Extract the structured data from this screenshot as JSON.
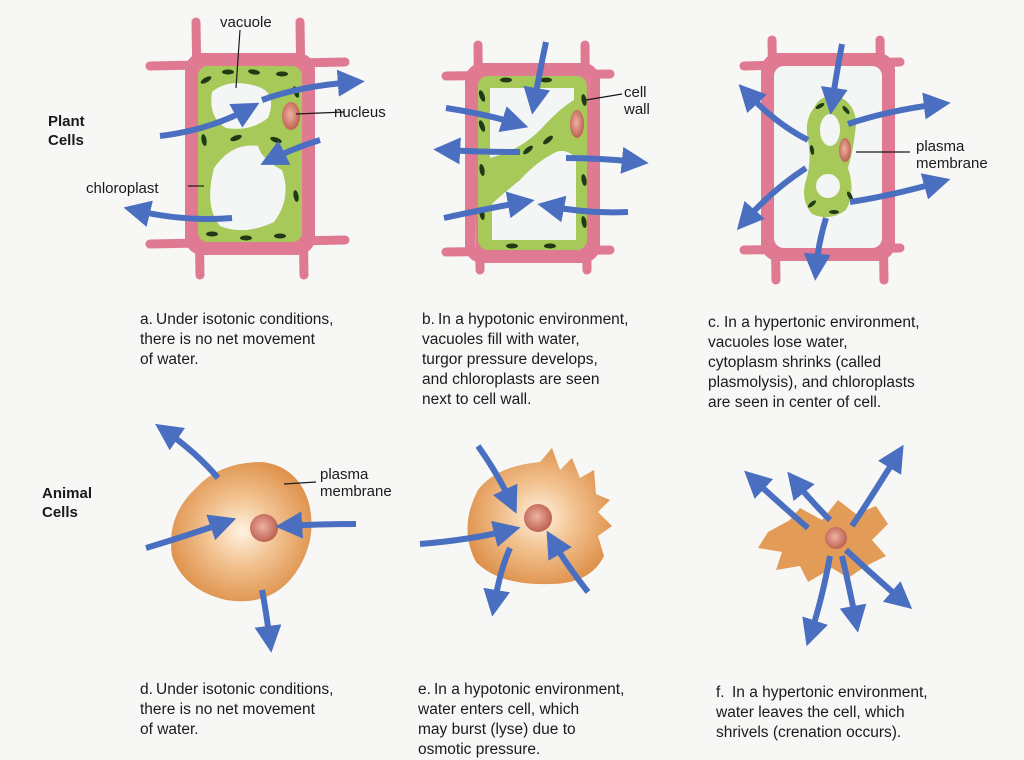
{
  "row_labels": {
    "plant": "Plant\nCells",
    "animal": "Animal\nCells"
  },
  "labels": {
    "vacuole": "vacuole",
    "nucleus": "nucleus",
    "chloroplast": "chloroplast",
    "cell_wall": "cell\nwall",
    "plasma_membrane_plant": "plasma\nmembrane",
    "plasma_membrane_animal": "plasma\nmembrane"
  },
  "captions": {
    "a": {
      "letter": "a.",
      "text": "Under isotonic conditions,\nthere is no net movement\nof water."
    },
    "b": {
      "letter": "b.",
      "text": "In a hypotonic environment,\nvacuoles fill with water,\nturgor pressure develops,\nand chloroplasts are seen\nnext to cell wall."
    },
    "c": {
      "letter": "c.",
      "text": "In a hypertonic environment,\nvacuoles lose water,\ncytoplasm shrinks (called\nplasmolysis), and chloroplasts\nare seen in center of cell."
    },
    "d": {
      "letter": "d.",
      "text": "Under isotonic conditions,\nthere is no net movement\nof water."
    },
    "e": {
      "letter": "e.",
      "text": "In a hypotonic environment,\nwater enters cell, which\nmay burst (lyse) due to\nosmotic pressure."
    },
    "f": {
      "letter": "f.",
      "text": "In a hypertonic environment,\nwater leaves the cell, which\nshrivels (crenation occurs)."
    }
  },
  "colors": {
    "cell_wall": "#e07a92",
    "cytoplasm": "#a7c95a",
    "chloroplast": "#1f3a14",
    "vacuole": "#f4f6f6",
    "nucleus": "#b5534a",
    "animal_cell": "#e9a765",
    "arrow": "#4a6fc0"
  }
}
